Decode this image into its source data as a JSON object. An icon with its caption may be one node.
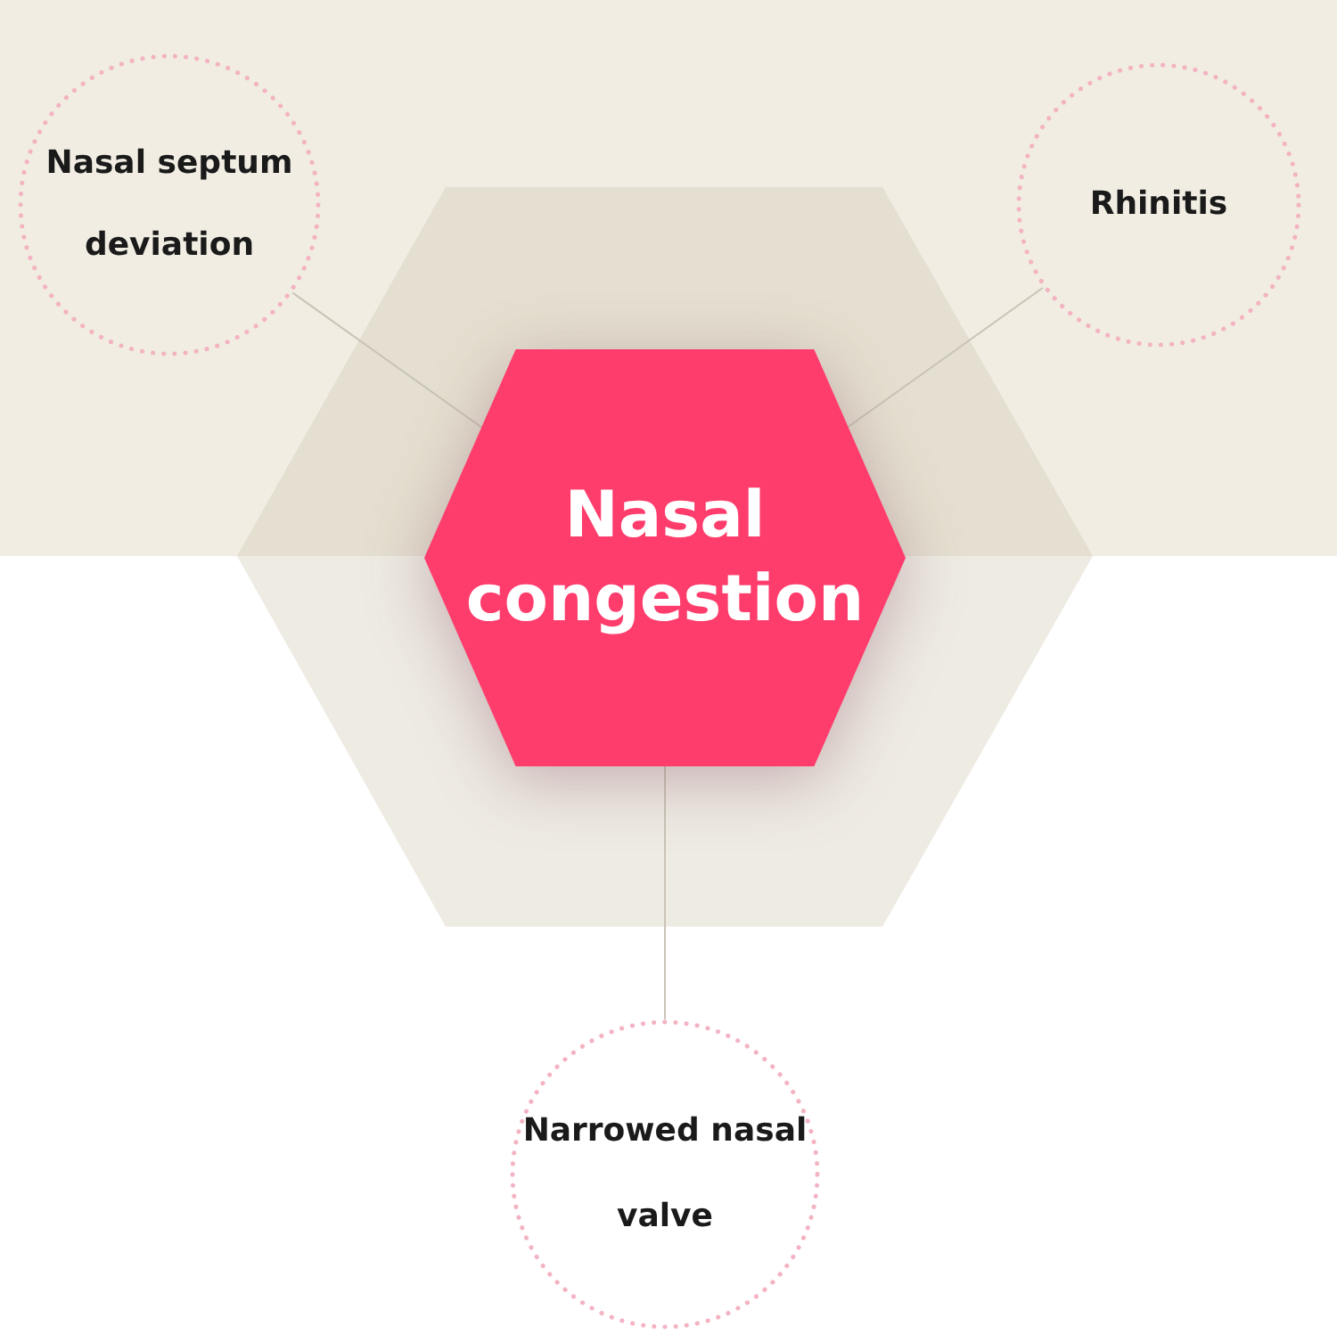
{
  "diagram": {
    "nodes": [
      {
        "text": [
          "Nasal septum deviation"
        ]
      },
      {
        "text": [
          "Rhinitis"
        ]
      },
      {
        "text": [
          "Nasal congestion"
        ]
      },
      {
        "text": [
          "Narrowed nasal valve"
        ]
      }
    ],
    "edges": [
      {
        "from": 2,
        "to": 0,
        "arrow": "none"
      },
      {
        "from": 2,
        "to": 1,
        "arrow": "none"
      },
      {
        "from": 2,
        "to": 3,
        "arrow": "none"
      }
    ]
  }
}
